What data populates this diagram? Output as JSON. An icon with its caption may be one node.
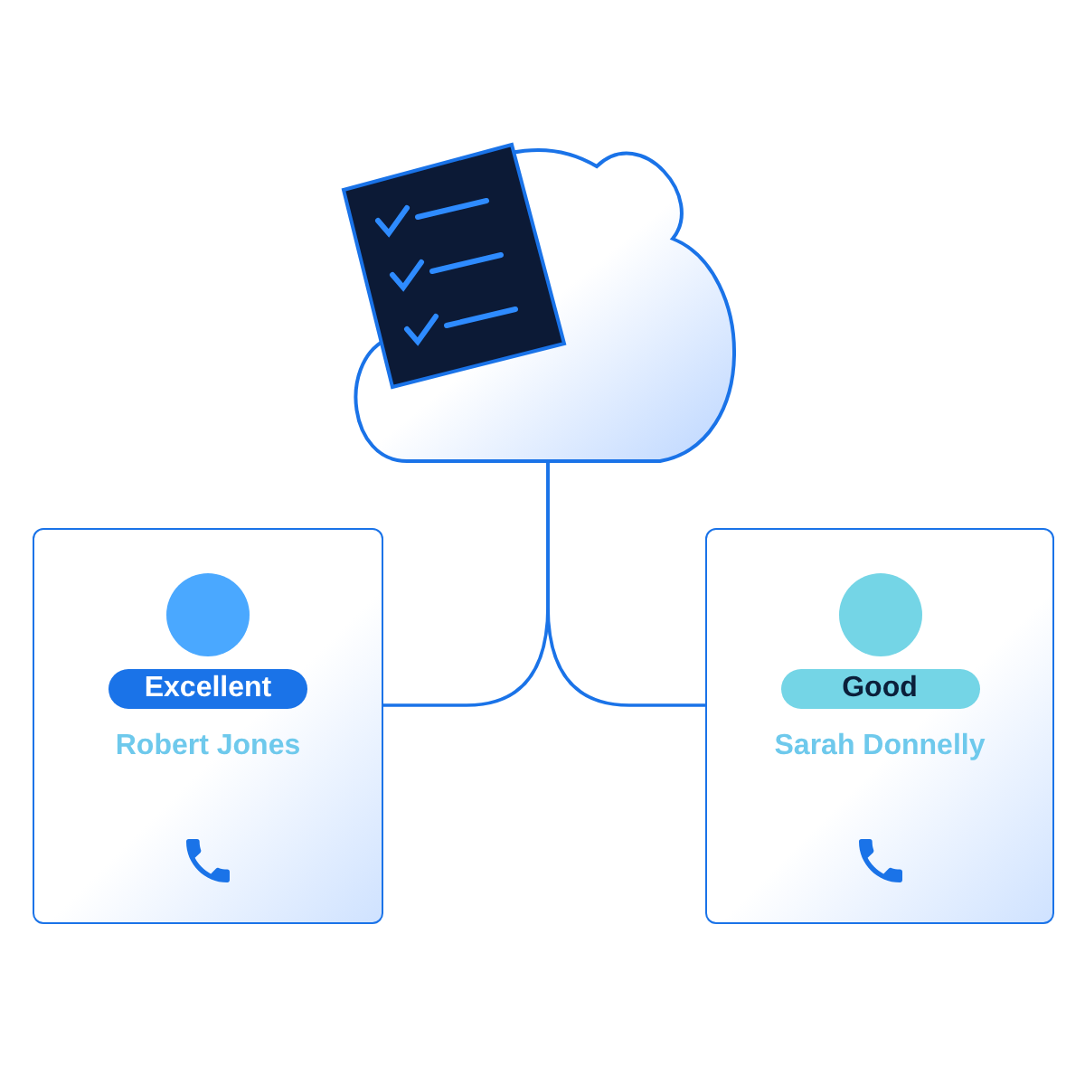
{
  "diagram": {
    "nodes": [
      {
        "text": [],
        "shape": "cloud"
      },
      {
        "text": [
          "Robert Jones"
        ]
      },
      {
        "text": [
          "Excellent"
        ],
        "in": 1
      },
      {
        "text": [
          "Sarah Donnelly"
        ]
      },
      {
        "text": [
          "Good"
        ],
        "in": 3
      }
    ],
    "edges": [
      {
        "from": 0,
        "to": 1,
        "arrow": "none"
      },
      {
        "from": 0,
        "to": 3,
        "arrow": "none"
      }
    ]
  }
}
